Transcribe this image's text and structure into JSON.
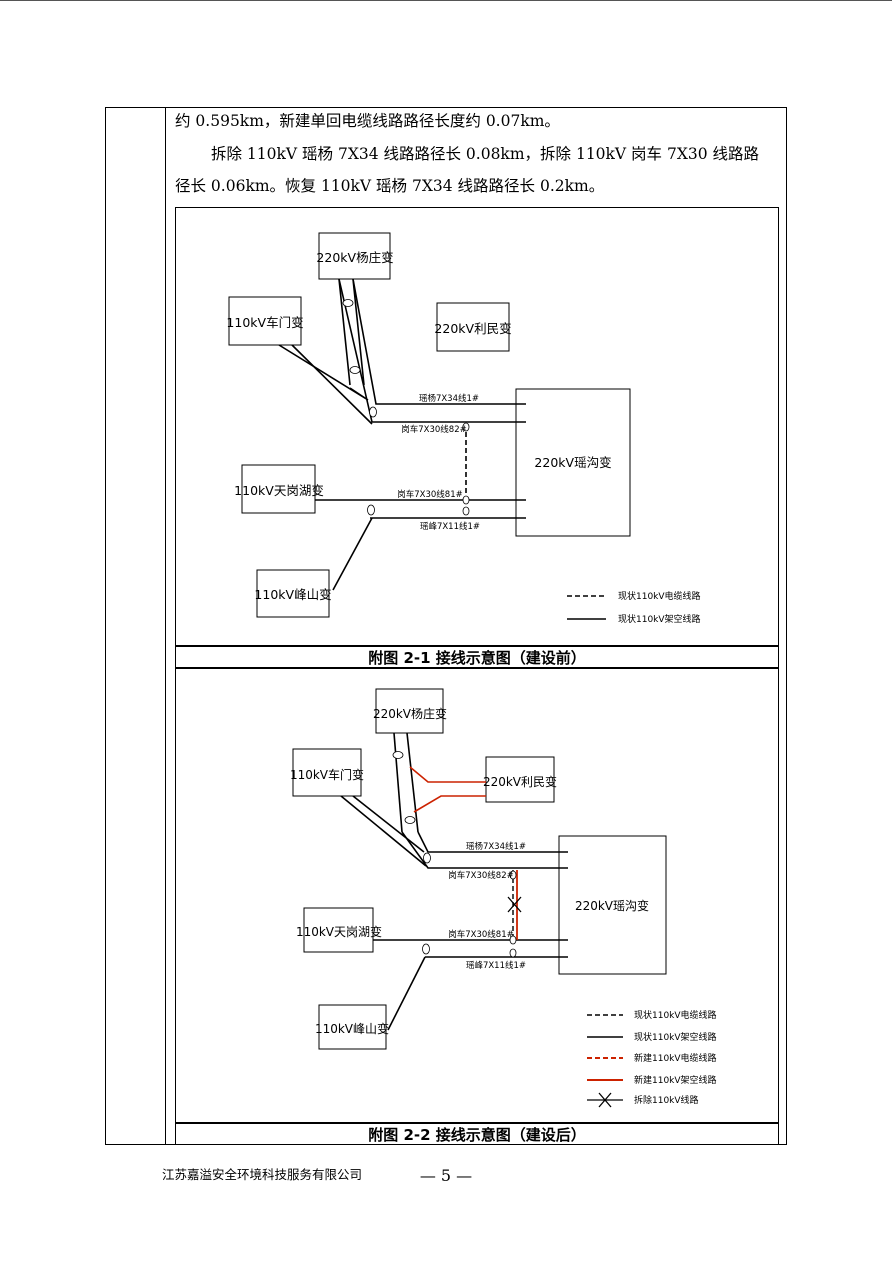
{
  "text": {
    "line1": "约 0.595km，新建单回电缆线路路径长度约 0.07km。",
    "line2": "拆除 110kV 瑶杨 7X34 线路路径长 0.08km，拆除 110kV 岗车 7X30 线路路",
    "line3": "径长 0.06km。恢复 110kV 瑶杨 7X34 线路路径长 0.2km。"
  },
  "figure1": {
    "caption": "附图 2-1  接线示意图（建设前）",
    "stations": {
      "yangzhuang": "220kV杨庄变",
      "chemen": "110kV车门变",
      "limin": "220kV利民变",
      "yaogou": "220kV瑶沟变",
      "tiangang": "110kV天岗湖变",
      "fengshan": "110kV峰山变"
    },
    "lines": {
      "yaoyang": "瑶杨7X34线1#",
      "gangche82": "岗车7X30线82#",
      "gangche81": "岗车7X30线81#",
      "yaofeng": "瑶峰7X11线1#"
    },
    "legend": [
      "现状110kV电缆线路",
      "现状110kV架空线路"
    ]
  },
  "figure2": {
    "caption": "附图 2-2  接线示意图（建设后）",
    "stations": {
      "yangzhuang": "220kV杨庄变",
      "chemen": "110kV车门变",
      "limin": "220kV利民变",
      "yaogou": "220kV瑶沟变",
      "tiangang": "110kV天岗湖变",
      "fengshan": "110kV峰山变"
    },
    "lines": {
      "yaoyang": "瑶杨7X34线1#",
      "gangche82": "岗车7X30线82#",
      "gangche81": "岗车7X30线81#",
      "yaofeng": "瑶峰7X11线1#"
    },
    "legend": [
      "现状110kV电缆线路",
      "现状110kV架空线路",
      "新建110kV电缆线路",
      "新建110kV架空线路",
      "拆除110kV线路"
    ]
  },
  "colors": {
    "new_line": "#cc2200",
    "line": "#000000"
  },
  "footer": {
    "company": "江苏嘉溢安全环境科技服务有限公司",
    "page": "— 5 —"
  }
}
